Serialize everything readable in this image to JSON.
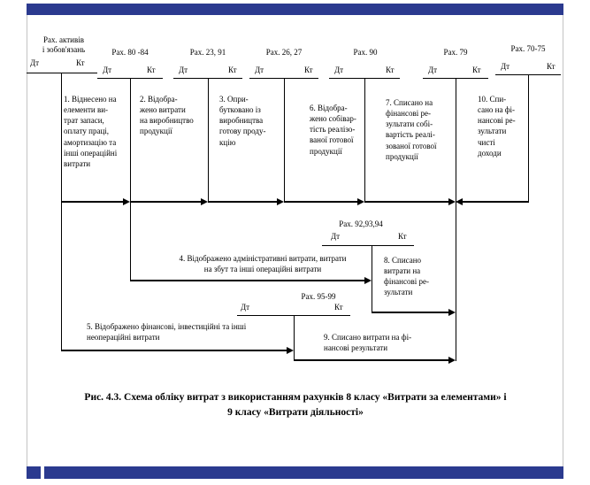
{
  "labels": {
    "debit": "Дт",
    "credit": "Кт"
  },
  "accounts": {
    "assets": {
      "title": "Рах. активів\nі зобов'язань"
    },
    "a80": {
      "title": "Рах. 80 -84"
    },
    "a23": {
      "title": "Рах. 23, 91"
    },
    "a26": {
      "title": "Рах. 26, 27"
    },
    "a90": {
      "title": "Рах. 90"
    },
    "a79": {
      "title": "Рах. 79"
    },
    "a70": {
      "title": "Рах. 70-75"
    },
    "a92": {
      "title": "Рах. 92,93,94"
    },
    "a95": {
      "title": "Рах. 95-99"
    }
  },
  "operations": {
    "op1": "1. Віднесено на\nелементи ви-\nтрат запаси,\nоплату праці,\nамортизацію та\nінші операційні\nвитрати",
    "op2": "2. Відобра-\nжено витрати\nна виробництво\nпродукції",
    "op3": "3. Опри-\nбутковано із\nвиробництва\nготову проду-\nкцію",
    "op4": "4. Відображено адміністративні витрати, витрати\nна збут та інші операційні витрати",
    "op5": "5. Відображено фінансові, інвестиційні та інші\nнеопераційні витрати",
    "op6": "6. Відобра-\nжено собівар-\nтість реалізо-\nваної готової\nпродукції",
    "op7": "7. Списано на\nфінансові ре-\nзультати собі-\nвартість реалі-\nзованої готової\nпродукції",
    "op8": "8. Списано\nвитрати на\nфінансові ре-\nзультати",
    "op9": "9. Списано витрати на фі-\nнансові результати",
    "op10": "10. Спи-\nсано на фі-\nнансові ре-\nзультати\nчисті\nдоходи"
  },
  "caption": "Рис. 4.3. Схема обліку витрат з використанням рахунків 8 класу «Витрати за елементами» і\n9 класу «Витрати діяльності»",
  "colors": {
    "bar_blue": "#2b3a8f",
    "line_black": "#000000"
  }
}
